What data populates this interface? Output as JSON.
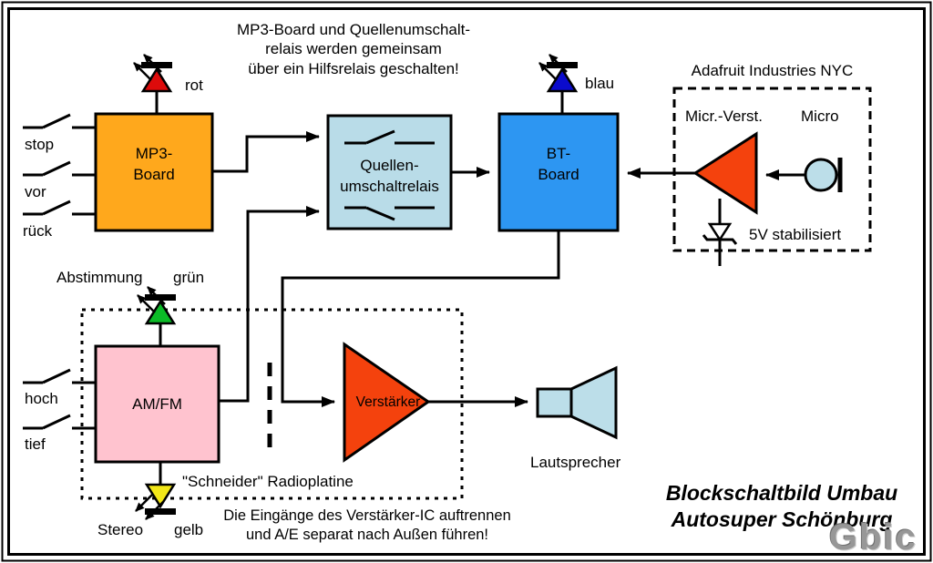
{
  "colors": {
    "mp3_board": "#FFA81C",
    "relay_box": "#B9DCE8",
    "bt_board": "#2D96F2",
    "amfm_board": "#FFC3CF",
    "amplifier": "#F4420D",
    "speaker": "#BCDEE9",
    "microphone": "#BCDEE9",
    "led_red": "#DD0B0B",
    "led_blue": "#0B0BCC",
    "led_green": "#0BBB27",
    "led_yellow": "#F2E718"
  },
  "notes": {
    "top": [
      "MP3-Board und Quellenumschalt-",
      "relais werden gemeinsam",
      "über ein Hilfsrelais geschalten!"
    ],
    "bottom": [
      "Die Eingänge des Verstärker-IC auftrennen",
      "und A/E separat nach Außen führen!"
    ]
  },
  "blocks": {
    "mp3": {
      "line1": "MP3-",
      "line2": "Board"
    },
    "relay": {
      "line1": "Quellen-",
      "line2": "umschaltrelais"
    },
    "bt": {
      "line1": "BT-",
      "line2": "Board"
    },
    "amfm": {
      "label": "AM/FM"
    },
    "verstaerker": {
      "label": "Verstärker"
    }
  },
  "inputs": {
    "stop": "stop",
    "vor": "vor",
    "rueck": "rück",
    "hoch": "hoch",
    "tief": "tief"
  },
  "leds": {
    "rot": "rot",
    "blau": "blau",
    "gruen": "grün",
    "gelb": "gelb",
    "abstimmung": "Abstimmung",
    "stereo": "Stereo"
  },
  "adafruit": {
    "title": "Adafruit Industries NYC",
    "amp_label": "Micr.-Verst.",
    "mic_label": "Micro",
    "regulator_label": "5V stabilisiert"
  },
  "labels": {
    "schneider": "\"Schneider\" Radioplatine",
    "lautsprecher": "Lautsprecher"
  },
  "title": {
    "line1": "Blockschaltbild Umbau",
    "line2": "Autosuper Schönburg"
  },
  "watermark": "Gbic"
}
